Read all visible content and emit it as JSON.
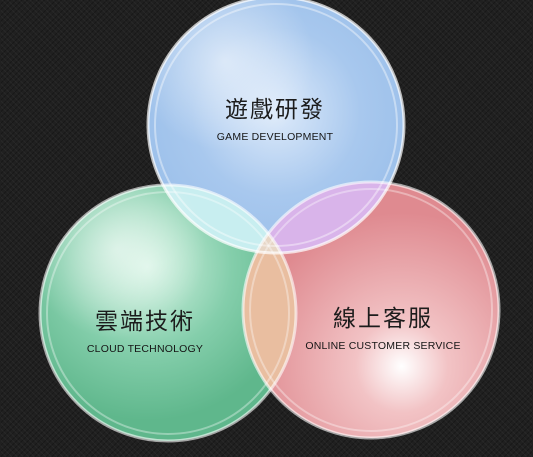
{
  "circles": [
    {
      "id": "game",
      "title": "遊戲研發",
      "subtitle": "GAME DEVELOPMENT",
      "color": "#9cc0ea"
    },
    {
      "id": "cloud",
      "title": "雲端技術",
      "subtitle": "CLOUD TECHNOLOGY",
      "color": "#6fc29a"
    },
    {
      "id": "service",
      "title": "線上客服",
      "subtitle": "ONLINE CUSTOMER SERVICE",
      "color": "#e48d93"
    }
  ],
  "colors": {
    "background": "#202020",
    "overlap_top_left": "#c8eef0",
    "overlap_top_right": "#d9b4ea",
    "overlap_bottom": "#e9bea0"
  }
}
